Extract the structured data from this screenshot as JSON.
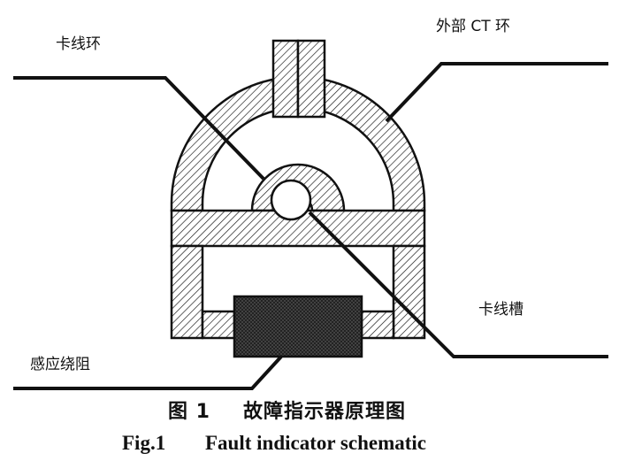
{
  "labels": {
    "clip_ring": "卡线环",
    "external_ct_ring": "外部 CT 环",
    "clip_groove": "卡线槽",
    "sensing_winding": "感应绕阻"
  },
  "caption": {
    "chinese_number": "图 1",
    "chinese_title": "故障指示器原理图",
    "english_number": "Fig.1",
    "english_title": "Fault indicator schematic"
  },
  "colors": {
    "line": "#111111",
    "hatch": "#111111",
    "coil_fill": "#555555",
    "background": "#ffffff"
  }
}
